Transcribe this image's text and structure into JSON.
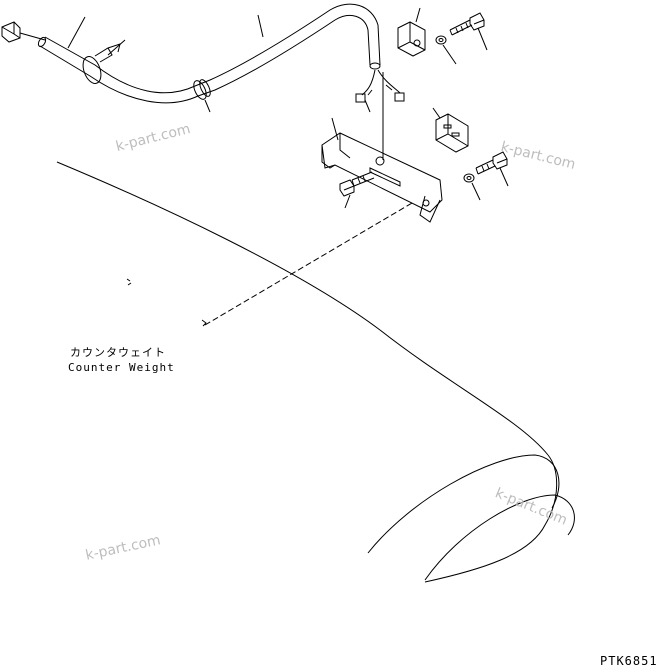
{
  "labels": {
    "counterweight_jp": "カウンタウェイト",
    "counterweight_en": "Counter Weight",
    "drawing_code": "PTK6851"
  },
  "watermarks": [
    "k-part.com",
    "k-part.com",
    "k-part.com",
    "k-part.com"
  ],
  "colors": {
    "line": "#000000",
    "watermark": "#bdbdbd",
    "background": "#ffffff"
  }
}
